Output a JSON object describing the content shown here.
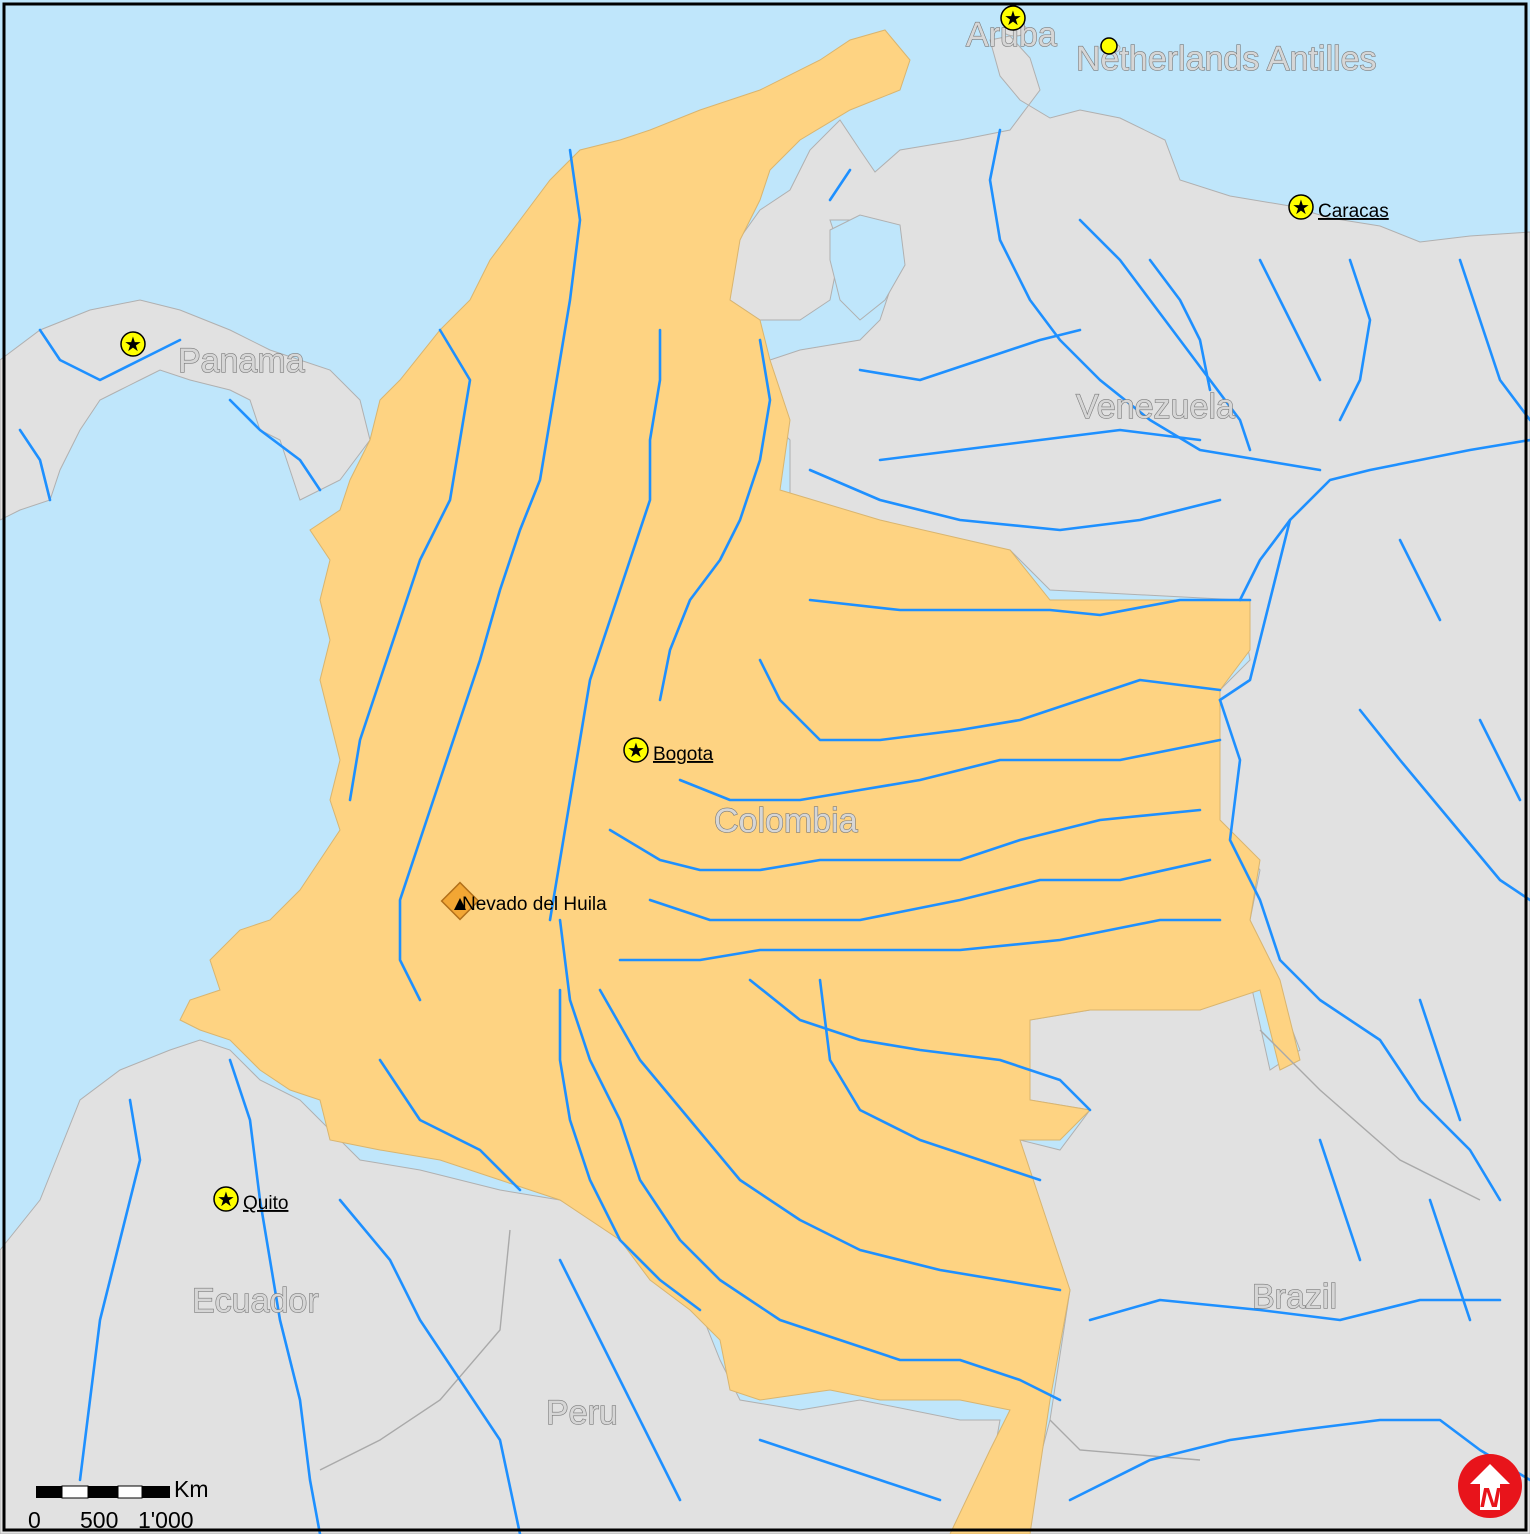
{
  "map": {
    "colors": {
      "water": "#bfe6fb",
      "land": "#e1e1e1",
      "highlight_country": "#fed382",
      "river": "#1e90ff",
      "capital_marker": "#ffff00",
      "volcano_marker": "#f2a634",
      "north_arrow": "#e8141b"
    },
    "country_labels": {
      "aruba": "Aruba",
      "netherlands_antilles": "Netherlands Antilles",
      "panama": "Panama",
      "venezuela": "Venezuela",
      "colombia": "Colombia",
      "ecuador": "Ecuador",
      "brazil": "Brazil",
      "peru": "Peru"
    },
    "capitals": {
      "caracas": "Caracas",
      "bogota": "Bogota",
      "quito": "Quito"
    },
    "volcano": {
      "name": "Nevado del Huila",
      "icon": "volcano-icon"
    },
    "scale_bar": {
      "unit": "Km",
      "ticks": [
        "0",
        "500",
        "1'000"
      ]
    },
    "north_arrow": {
      "letter": "N",
      "icon": "north-arrow-icon"
    }
  }
}
